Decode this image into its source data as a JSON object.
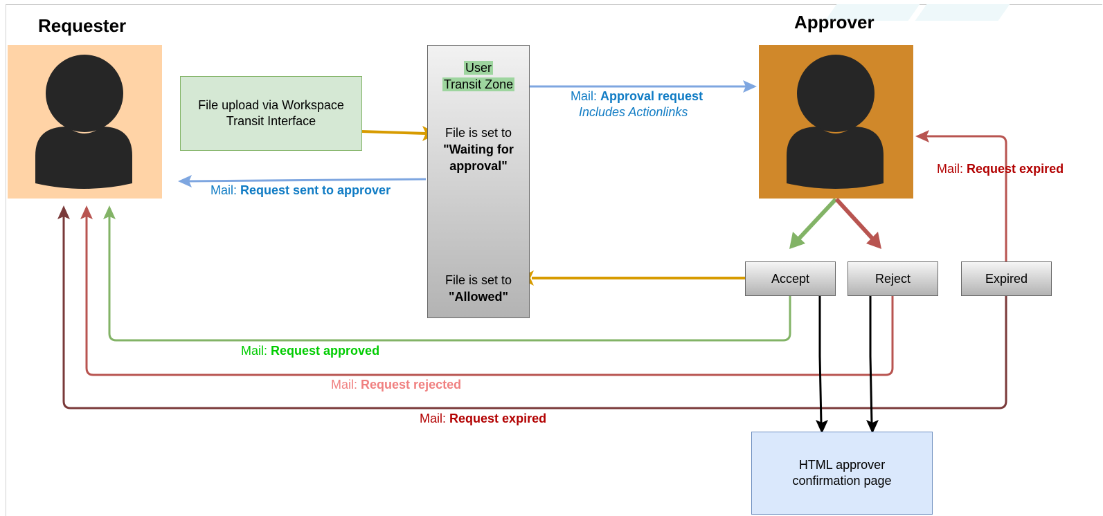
{
  "requester": {
    "title": "Requester"
  },
  "approver": {
    "title": "Approver"
  },
  "upload_box": {
    "line1": "File upload via Workspace",
    "line2": "Transit Interface"
  },
  "transit_zone": {
    "header_line1": "User",
    "header_line2": "Transit Zone",
    "waiting_line1": "File is set to",
    "waiting_line2": "\"Waiting for",
    "waiting_line3": "approval\"",
    "allowed_line1": "File is set to",
    "allowed_line2": "\"Allowed\""
  },
  "buttons": {
    "accept": "Accept",
    "reject": "Reject",
    "expired": "Expired"
  },
  "confirmation_box": {
    "line1": "HTML approver",
    "line2": "confirmation page"
  },
  "mails": {
    "prefix": "Mail:",
    "approval_request": "Approval request",
    "includes_actionlinks": "Includes Actionlinks",
    "request_sent": "Request sent to approver",
    "request_expired_right": "Request expired",
    "request_approved": "Request approved",
    "request_rejected": "Request rejected",
    "request_expired_bottom": "Request expired"
  },
  "colors": {
    "requester_bg": "#ffd3a6",
    "approver_bg": "#d0882a",
    "person": "#262626",
    "upload_bg": "#d5e8d4",
    "upload_border": "#82b366",
    "confirm_bg": "#dae8fc",
    "confirm_border": "#6c8ebf",
    "blue_arrow": "#7ea6e0",
    "blue_text": "#0f7bc4",
    "orange_arrow": "#d79b00",
    "green_arrow": "#82b366",
    "green_text": "#00cc00",
    "red_arrow": "#b85450",
    "red_text": "#b20000",
    "pink_text": "#f08080",
    "dark_red_arrow": "#7a3a3a"
  },
  "icons": [
    "person-icon",
    "person-icon"
  ]
}
